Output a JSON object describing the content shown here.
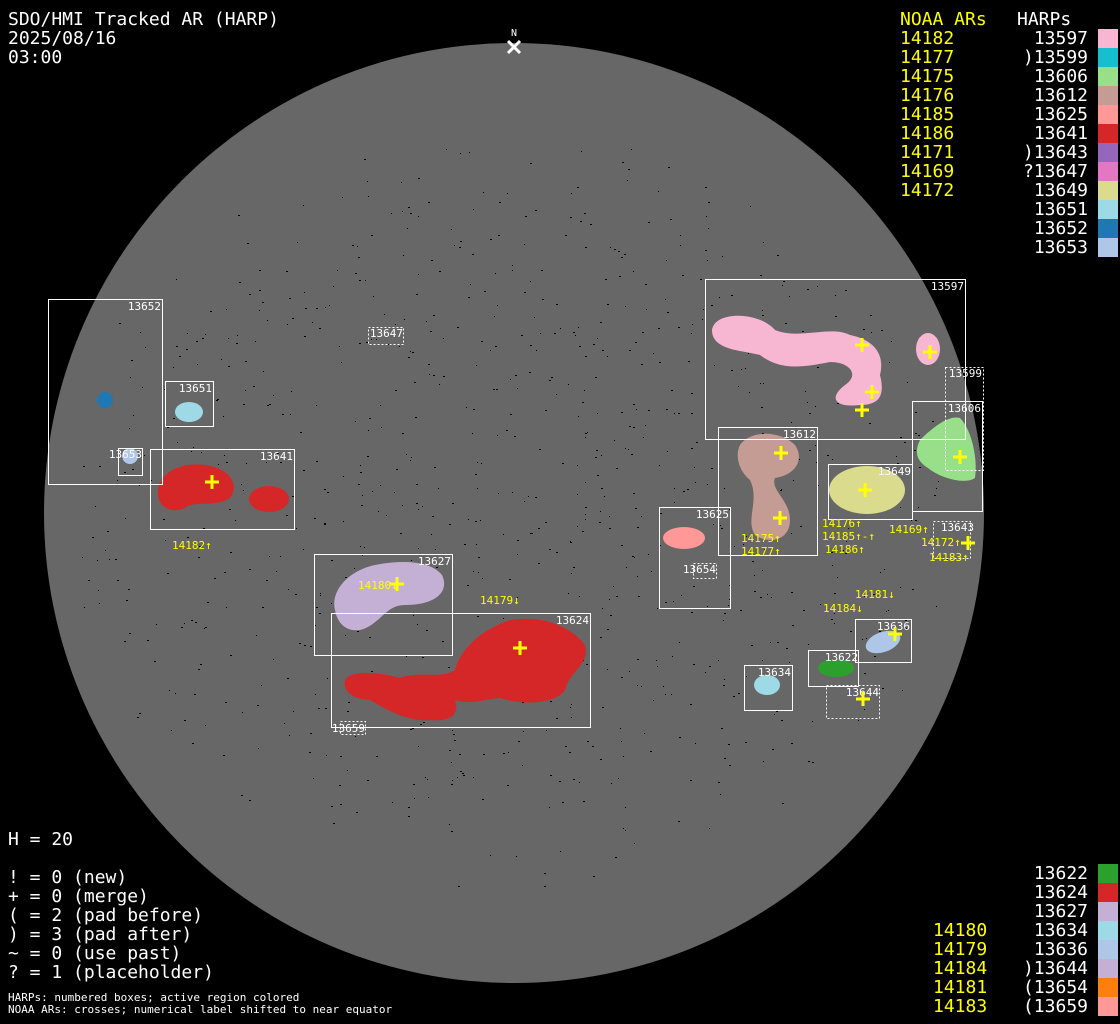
{
  "header": {
    "title": "SDO/HMI Tracked AR (HARP)",
    "date": "2025/08/16",
    "time": "03:00",
    "north": "N"
  },
  "legend_top": {
    "col_noaa": "NOAA ARs",
    "col_harps": "HARPs",
    "rows": [
      {
        "noaa": "14182",
        "harp": "13597",
        "color": "#f7b6d2"
      },
      {
        "noaa": "14177",
        "harp": ")13599",
        "color": "#17becf"
      },
      {
        "noaa": "14175",
        "harp": "13606",
        "color": "#98df8a"
      },
      {
        "noaa": "14176",
        "harp": "13612",
        "color": "#c49c94"
      },
      {
        "noaa": "14185",
        "harp": "13625",
        "color": "#ff9896"
      },
      {
        "noaa": "14186",
        "harp": "13641",
        "color": "#d62728"
      },
      {
        "noaa": "14171",
        "harp": ")13643",
        "color": "#9467bd"
      },
      {
        "noaa": "14169",
        "harp": "?13647",
        "color": "#e377c2"
      },
      {
        "noaa": "14172",
        "harp": "13649",
        "color": "#dbdb8d"
      },
      {
        "noaa": "",
        "harp": "13651",
        "color": "#9edae5"
      },
      {
        "noaa": "",
        "harp": "13652",
        "color": "#1f77b4"
      },
      {
        "noaa": "",
        "harp": "13653",
        "color": "#aec7e8"
      }
    ]
  },
  "legend_bottom": {
    "rows": [
      {
        "noaa": "",
        "harp": "13622",
        "color": "#2ca02c"
      },
      {
        "noaa": "",
        "harp": "13624",
        "color": "#d62728"
      },
      {
        "noaa": "",
        "harp": "13627",
        "color": "#c5b0d5"
      },
      {
        "noaa": "14180",
        "harp": "13634",
        "color": "#9edae5"
      },
      {
        "noaa": "14179",
        "harp": "13636",
        "color": "#aec7e8"
      },
      {
        "noaa": "14184",
        "harp": ")13644",
        "color": "#c5b0d5"
      },
      {
        "noaa": "14181",
        "harp": "(13654",
        "color": "#ff7f0e"
      },
      {
        "noaa": "14183",
        "harp": "(13659",
        "color": "#ff9896"
      }
    ]
  },
  "stats": {
    "h": "H = 20",
    "lines": [
      "! = 0 (new)",
      "+ = 0 (merge)",
      "( = 2 (pad before)",
      ") = 3 (pad after)",
      "~ = 0 (use past)",
      "? = 1 (placeholder)"
    ]
  },
  "footer": {
    "line1": "HARPs: numbered boxes; active region colored",
    "line2": "NOAA ARs: crosses; numerical label shifted to near equator"
  },
  "harp_labels": {
    "h13652": "13652",
    "h13647": "13647",
    "h13651": "13651",
    "h13653": "13653",
    "h13641": "13641",
    "h13627": "13627",
    "h13624": "13624",
    "h13659": "13659",
    "h13597": "13597",
    "h13599": "13599",
    "h13606": "13606",
    "h13612": "13612",
    "h13649": "13649",
    "h13625": "13625",
    "h13654": "13654",
    "h13643": "13643",
    "h13636": "13636",
    "h13622": "13622",
    "h13634": "13634",
    "h13644": "13644"
  },
  "noaa_labels": {
    "n14182": "14182↑",
    "n14180": "14180↓",
    "n14179": "14179↓",
    "n14176": "14176↑",
    "n14185": "14185↑-↑",
    "n14186": "14186↑",
    "n14175": "14175↑",
    "n14177": "14177↑",
    "n14169": "14169↑",
    "n14172": "14172↑",
    "n14183": "14183↑",
    "n14181": "14181↓",
    "n14184": "14184↓"
  }
}
